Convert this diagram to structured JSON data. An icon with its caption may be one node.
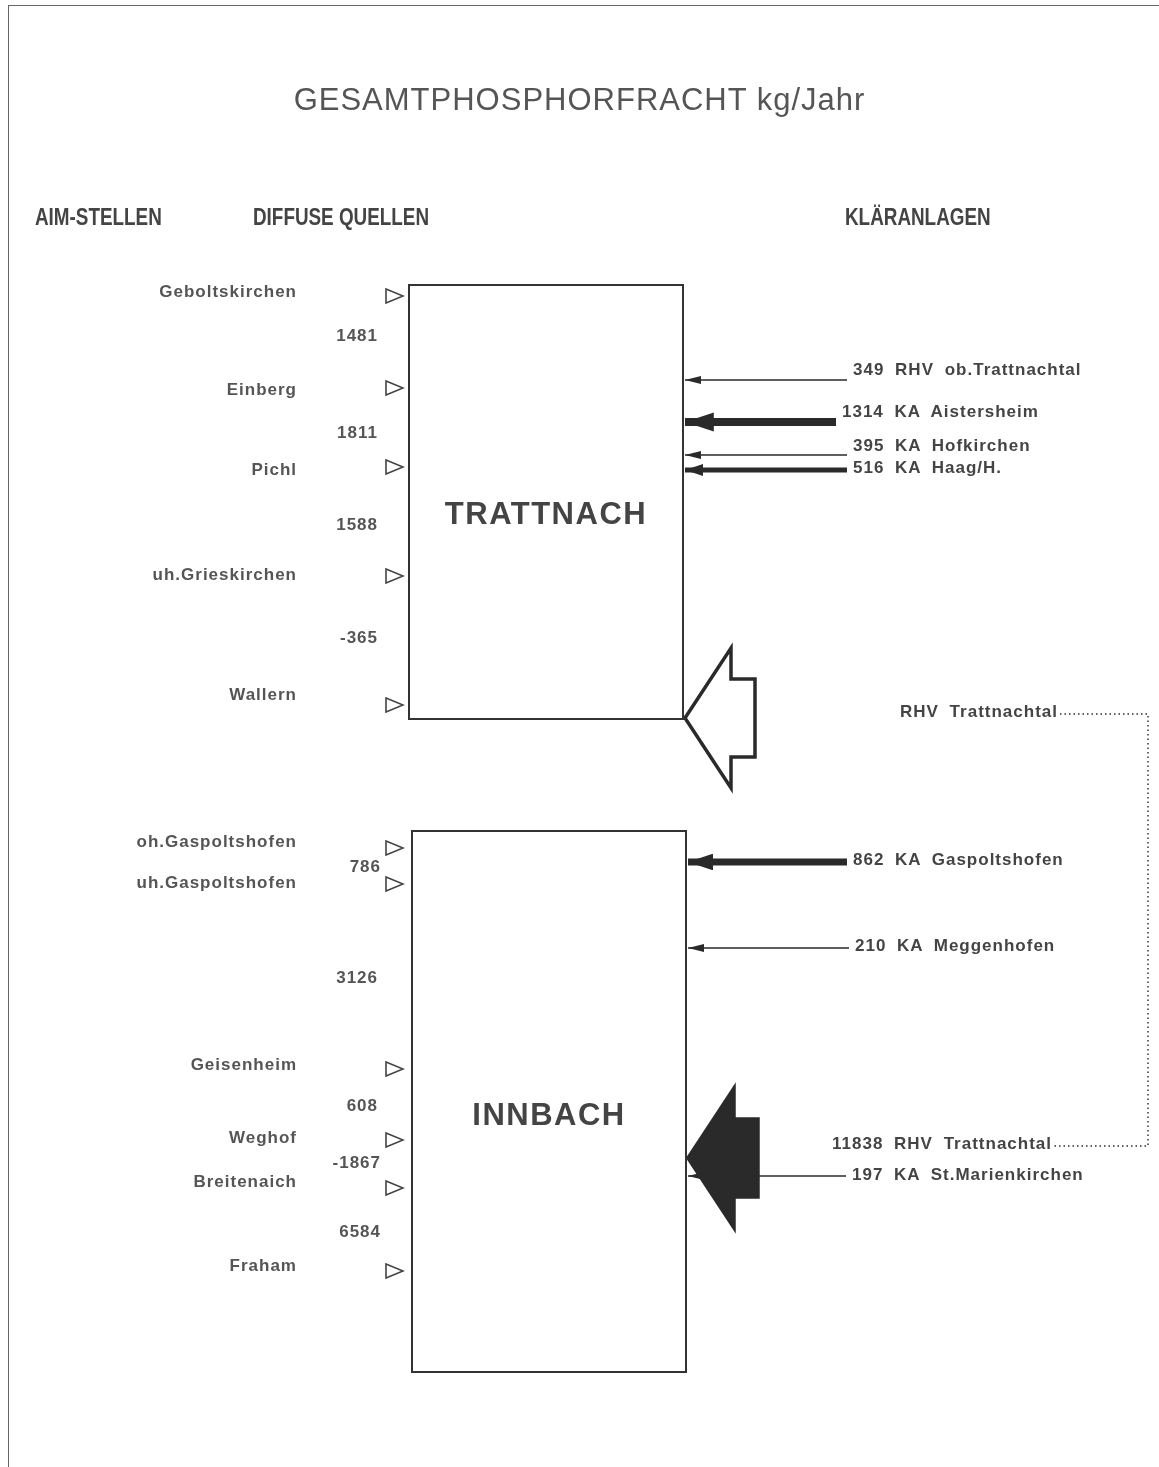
{
  "diagram": {
    "title": "GESAMTPHOSPHORFRACHT kg/Jahr",
    "nodes": [
      {
        "text": [
          "TRATTNACH"
        ]
      },
      {
        "text": [
          "INNBACH"
        ]
      },
      {
        "text": [
          "349 RHV ob.Trattnachtal"
        ]
      },
      {
        "text": [
          "1314 KA Aistersheim"
        ]
      },
      {
        "text": [
          "395 KA Hofkirchen"
        ]
      },
      {
        "text": [
          "516 KA Haag/H."
        ]
      },
      {
        "text": [
          "RHV Trattnachtal"
        ]
      },
      {
        "text": [
          "862 KA Gaspoltshofen"
        ]
      },
      {
        "text": [
          "210 KA Meggenhofen"
        ]
      },
      {
        "text": [
          "11838 RHV Trattnachtal"
        ]
      },
      {
        "text": [
          "197 KA St.Marienkirchen"
        ]
      }
    ],
    "edges": [
      {
        "from": 2,
        "to": 0,
        "arrow": "to"
      },
      {
        "from": 3,
        "to": 0,
        "arrow": "to",
        "style": "thick"
      },
      {
        "from": 4,
        "to": 0,
        "arrow": "to"
      },
      {
        "from": 5,
        "to": 0,
        "arrow": "to",
        "style": "thick"
      },
      {
        "from": null,
        "to": 0,
        "arrow": "to",
        "style": "thick"
      },
      {
        "from": 6,
        "to": 9,
        "arrow": "none",
        "style": "dashed"
      },
      {
        "from": 7,
        "to": 1,
        "arrow": "to",
        "style": "thick"
      },
      {
        "from": 8,
        "to": 1,
        "arrow": "to"
      },
      {
        "from": 9,
        "to": 1,
        "arrow": "to",
        "style": "thick"
      },
      {
        "from": 10,
        "to": 1,
        "arrow": "to"
      }
    ],
    "labels": [
      "AIM-STELLEN",
      "DIFFUSE QUELLEN",
      "KLÄRANLAGEN",
      "Geboltskirchen",
      "1481",
      "Einberg",
      "1811",
      "Pichl",
      "1588",
      "uh.Grieskirchen",
      "-365",
      "Wallern",
      "oh.Gaspoltshofen",
      "786",
      "uh.Gaspoltshofen",
      "3126",
      "Geisenheim",
      "608",
      "Weghof",
      "-1867",
      "Breitenaich",
      "6584",
      "Fraham"
    ]
  }
}
